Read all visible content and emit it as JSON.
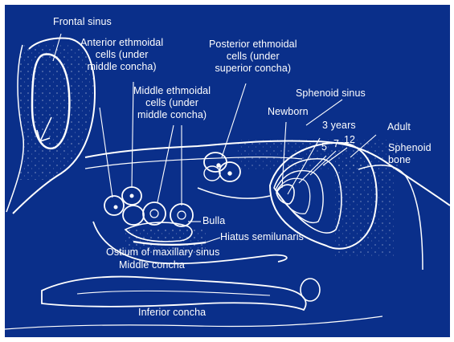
{
  "colors": {
    "background": "#0a2f8a",
    "ink": "#ffffff"
  },
  "labels": {
    "frontal_sinus": "Frontal sinus",
    "anterior_ethmoidal": "Anterior ethmoidal\ncells (under\nmiddle concha)",
    "posterior_ethmoidal": "Posterior ethmoidal\ncells (under\nsuperior concha)",
    "middle_ethmoidal": "Middle ethmoidal\ncells (under\nmiddle concha)",
    "sphenoid_sinus": "Sphenoid sinus",
    "newborn": "Newborn",
    "three_years": "3 years",
    "adult": "Adult",
    "age_5": "5",
    "age_7": "7",
    "age_12": "12",
    "sphenoid_bone": "Sphenoid\nbone",
    "bulla": "Bulla",
    "hiatus_semilunaris": "Hiatus semilunaris",
    "ostium_maxillary": "Ostium of maxillary sinus",
    "middle_concha": "Middle concha",
    "inferior_concha": "Inferior concha"
  }
}
